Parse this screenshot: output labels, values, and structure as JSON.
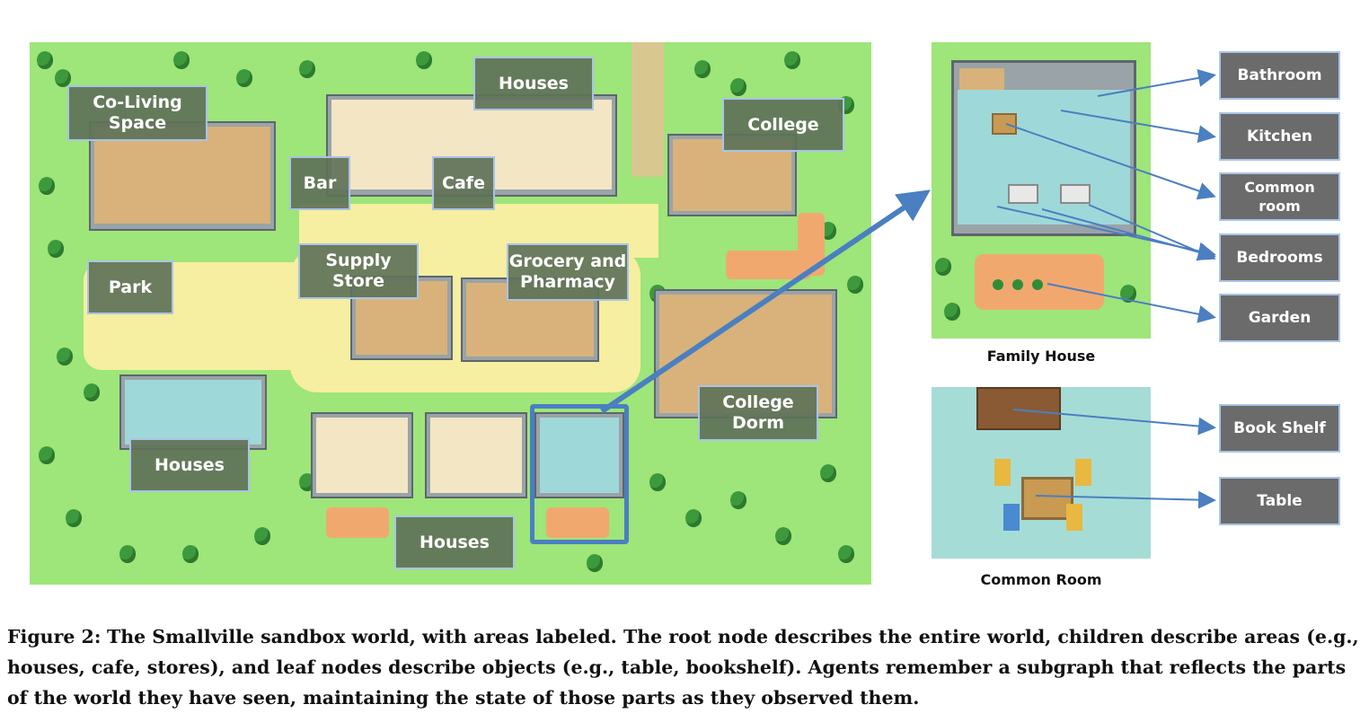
{
  "map_labels": {
    "co_living": "Co-Living\nSpace",
    "houses_top": "Houses",
    "college": "College",
    "bar": "Bar",
    "cafe": "Cafe",
    "park": "Park",
    "supply_store": "Supply\nStore",
    "grocery": "Grocery and\nPharmacy",
    "college_dorm": "College\nDorm",
    "houses_left": "Houses",
    "houses_bottom": "Houses"
  },
  "family_house": {
    "caption": "Family House",
    "nodes": [
      "Bathroom",
      "Kitchen",
      "Common room",
      "Bedrooms",
      "Garden"
    ]
  },
  "common_room": {
    "caption": "Common Room",
    "nodes": [
      "Book Shelf",
      "Table"
    ]
  },
  "figure": {
    "label": "Figure 2:",
    "text": "The Smallville sandbox world, with areas labeled. The root node describes the entire world, children describe areas (e.g., houses, cafe, stores), and leaf nodes describe objects (e.g., table, bookshelf). Agents remember a subgraph that reflects the parts of the world they have seen, maintaining the state of those parts as they observed them."
  },
  "colors": {
    "grass": "#9ee57a",
    "path": "#f6eea0",
    "tree": "#3c9a3c",
    "label_bg": "#607258",
    "node_bg": "#6b6b6b",
    "arrow": "#4a7fc1"
  }
}
